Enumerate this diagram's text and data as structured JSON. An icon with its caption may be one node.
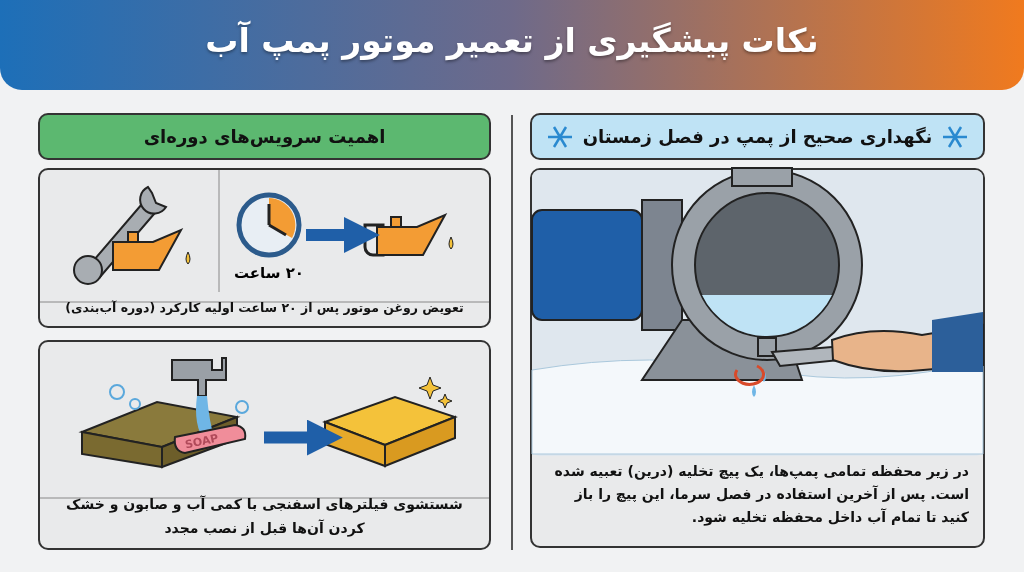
{
  "diagram": {
    "title": "نکات پیشگیری از تعمیر موتور پمپ آب",
    "nodes": [
      {
        "text": [
          "اهمیت سرویس‌های دوره‌ای"
        ]
      },
      {
        "text": [
          "تعویض روغن موتور پس از ۲۰ ساعت اولیه کارکرد (دوره آب‌بندی)"
        ]
      },
      {
        "text": [],
        "shape": "picture",
        "in": 1,
        "beside": [
          "۲۰ ساعت"
        ]
      },
      {
        "text": [],
        "shape": "picture",
        "in": 1
      },
      {
        "text": [
          "شستشوی فیلترهای اسفنجی با کمی آب و صابون و خشک کردن آن‌ها قبل از نصب مجدد"
        ]
      },
      {
        "text": [],
        "shape": "picture",
        "in": 4
      },
      {
        "text": [],
        "shape": "picture",
        "in": 4
      },
      {
        "text": [
          "نگهداری صحیح از پمپ در فصل زمستان"
        ]
      },
      {
        "text": [
          "در زیر محفظه تمامی پمپ‌ها، یک پیچ تخلیه (درین) تعبیه شده است. پس از آخرین استفاده در فصل سرما، این پیچ را باز کنید تا تمام آب داخل محفظه تخلیه شود."
        ]
      }
    ],
    "edges": [
      {
        "from": 2,
        "to": 3,
        "arrow": "to"
      },
      {
        "from": 5,
        "to": 6,
        "arrow": "to"
      }
    ],
    "labels": [
      "SOAP"
    ]
  }
}
